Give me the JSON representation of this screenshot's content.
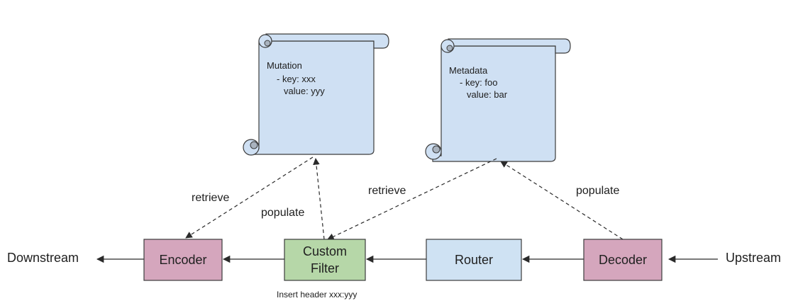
{
  "colors": {
    "scroll_fill": "#cfe0f3",
    "encoder_fill": "#d5a6bd",
    "decoder_fill": "#d5a6bd",
    "filter_fill": "#b6d7a8",
    "router_fill": "#cfe2f3",
    "stroke": "#3c3c3c"
  },
  "scrolls": {
    "mutation": {
      "title": "Mutation",
      "line1": "- key: xxx",
      "line2": "value: yyy"
    },
    "metadata": {
      "title": "Metadata",
      "line1": "- key: foo",
      "line2": "value: bar"
    }
  },
  "nodes": {
    "encoder": "Encoder",
    "filter_line1": "Custom",
    "filter_line2": "Filter",
    "router": "Router",
    "decoder": "Decoder"
  },
  "endpoints": {
    "downstream": "Downstream",
    "upstream": "Upstream"
  },
  "edges": {
    "retrieve_left": "retrieve",
    "populate_left": "populate",
    "retrieve_right": "retrieve",
    "populate_right": "populate"
  },
  "notes": {
    "insert_header": "Insert  header xxx:yyy"
  }
}
